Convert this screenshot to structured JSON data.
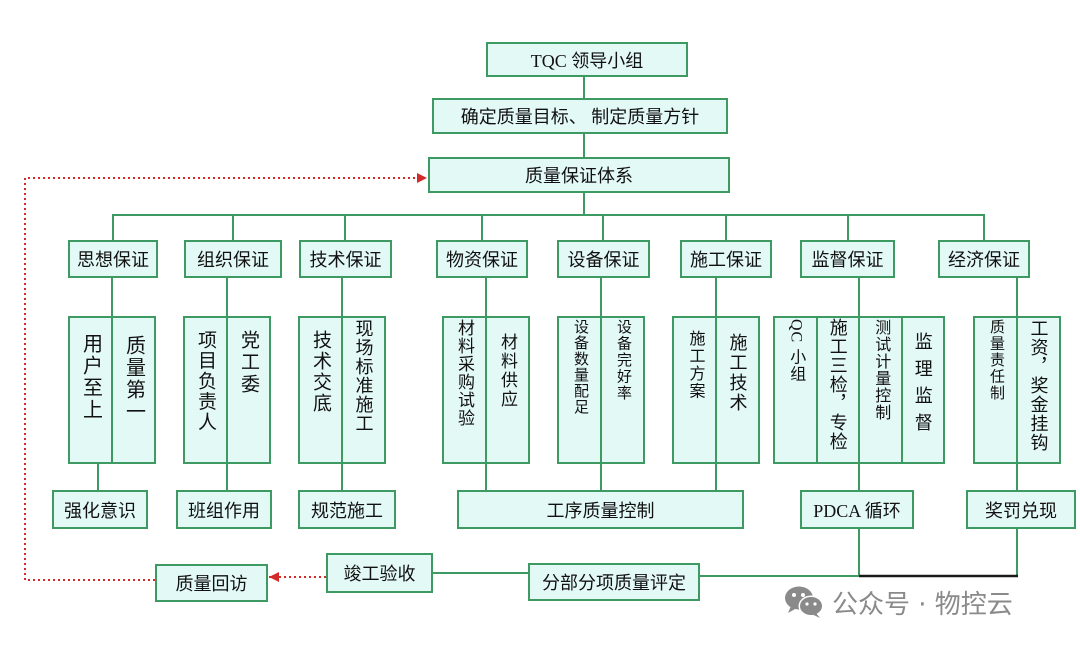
{
  "leadership": {
    "label": "TQC 领导小组"
  },
  "policy": {
    "label": "确定质量目标、 制定质量方针"
  },
  "system": {
    "label": "质量保证体系"
  },
  "guarantees": [
    {
      "label": "思想保证",
      "measures": [
        "用户至上",
        "质量第一"
      ]
    },
    {
      "label": "组织保证",
      "measures": [
        "项目负责人",
        "党工委"
      ]
    },
    {
      "label": "技术保证",
      "measures": [
        "技术交底",
        "现场标准施工"
      ]
    },
    {
      "label": "物资保证",
      "measures": [
        "材料采购试验",
        "材料供应"
      ]
    },
    {
      "label": "设备保证",
      "measures": [
        "设备数量配足",
        "设备完好率"
      ]
    },
    {
      "label": "施工保证",
      "measures": [
        "施工方案",
        "施工技术"
      ]
    },
    {
      "label": "监督保证",
      "measures": [
        "QC 小组",
        "施工三检，专检",
        "测试计量控制",
        "监理监督"
      ]
    },
    {
      "label": "经济保证",
      "measures": [
        "质量责任制",
        "工资，奖金挂钩"
      ]
    }
  ],
  "results": [
    "强化意识",
    "班组作用",
    "规范施工",
    "工序质量控制",
    "PDCA 循环",
    "奖罚兑现"
  ],
  "bottom": {
    "evaluation": "分部分项质量评定",
    "acceptance": "竣工验收",
    "revisit": "质量回访"
  },
  "watermark": {
    "icon": "wechat-icon",
    "text": "公众号 · 物控云"
  },
  "colors": {
    "box_border": "#3d9a63",
    "box_fill": "#e3f9f5",
    "connector": "#3d9a63",
    "connector_dark": "#1a1a1a",
    "feedback_arrow": "#d42a2a",
    "watermark": "#8a8a8a"
  }
}
